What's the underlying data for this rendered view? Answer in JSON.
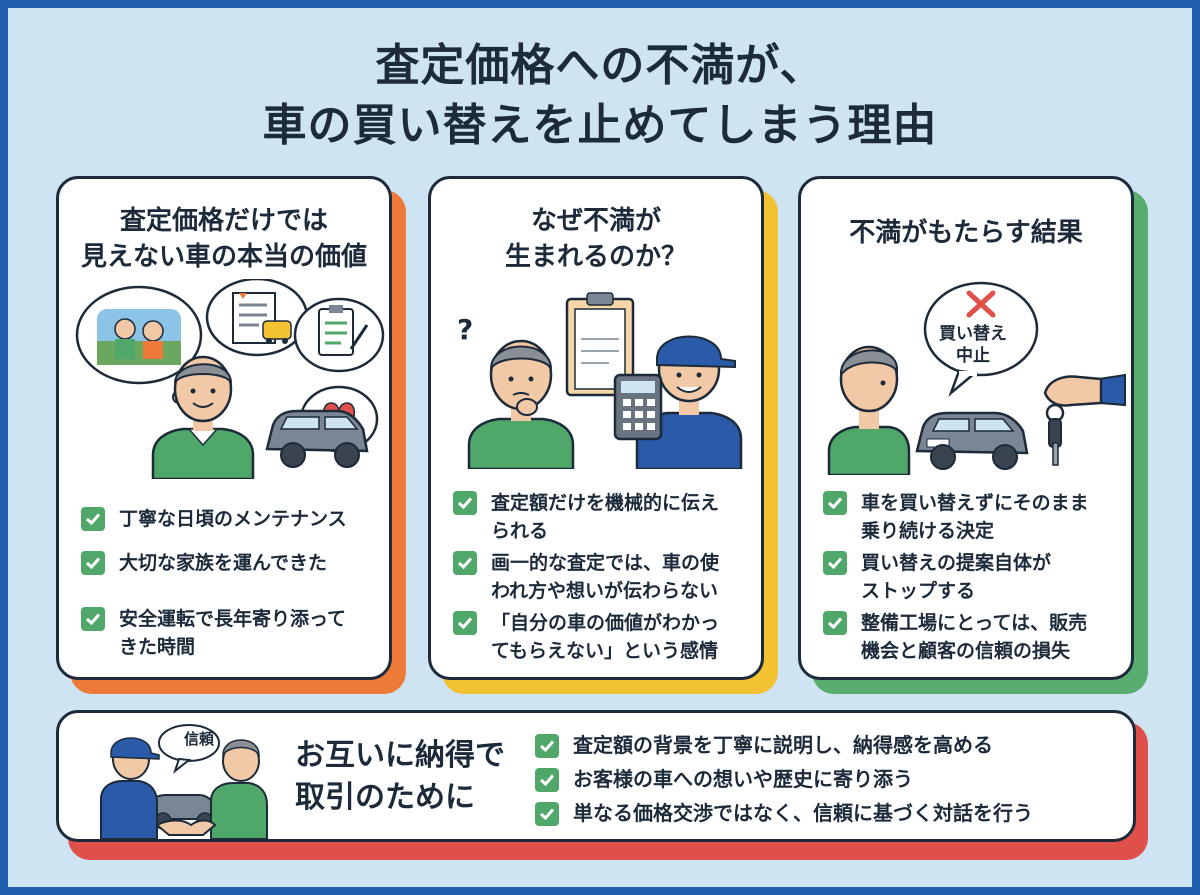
{
  "title": {
    "line1": "査定価格への不満が、",
    "line2": "車の買い替えを止めてしまう理由"
  },
  "cards": [
    {
      "title_line1": "査定価格だけでは",
      "title_line2": "見えない車の本当の価値",
      "accent": "#ee7a3a",
      "items": [
        {
          "line1": "丁寧な日頃のメンテナンス",
          "line2": ""
        },
        {
          "line1": "大切な家族を運んできた",
          "line2": ""
        },
        {
          "line1": "安全運転で長年寄り添って",
          "line2": "きた時間"
        }
      ]
    },
    {
      "title_line1": "なぜ不満が",
      "title_line2": "生まれるのか？",
      "accent": "#f2c232",
      "items": [
        {
          "line1": "査定額だけを機械的に伝え",
          "line2": "られる"
        },
        {
          "line1": "画一的な査定では、車の使",
          "line2": "われ方や想いが伝わらない"
        },
        {
          "line1": "「自分の車の価値がわかっ",
          "line2": "てもらえない」という感情"
        }
      ]
    },
    {
      "title_line1": "不満がもたらす結果",
      "title_line2": "",
      "accent": "#59ad6e",
      "bubble_line1": "買い替え",
      "bubble_line2": "中止",
      "items": [
        {
          "line1": "車を買い替えずにそのまま",
          "line2": "乗り続ける決定"
        },
        {
          "line1": "買い替えの提案自体が",
          "line2": "ストップする"
        },
        {
          "line1": "整備工場にとっては、販売",
          "line2": "機会と顧客の信頼の損失"
        }
      ]
    }
  ],
  "bottom": {
    "accent": "#e0504a",
    "bubble": "信頼",
    "title_line1": "お互いに納得で",
    "title_line2": "取引のために",
    "items": [
      "査定額の背景を丁寧に説明し、納得感を高める",
      "お客様の車への想いや歴史に寄り添う",
      "単なる価格交渉ではなく、信頼に基づく対話を行う"
    ]
  },
  "colors": {
    "border": "#1f5fae",
    "background": "#cfe4f3",
    "check": "#4fa86a",
    "shirt_green": "#4fa86a",
    "uniform_blue": "#2a5aa8",
    "car_gray": "#7a8694"
  }
}
